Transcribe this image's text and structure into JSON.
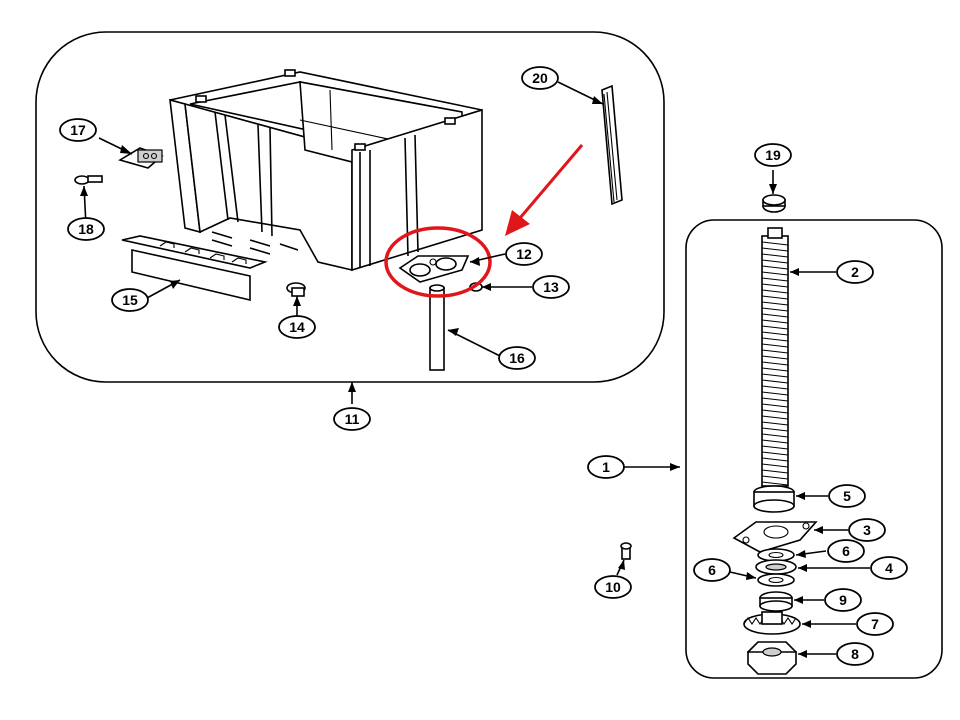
{
  "diagram": {
    "highlight_color": "#e0161b",
    "line_color": "#000000",
    "background": "#ffffff",
    "callouts": [
      {
        "id": "c20",
        "label": "20"
      },
      {
        "id": "c17",
        "label": "17"
      },
      {
        "id": "c18",
        "label": "18"
      },
      {
        "id": "c12",
        "label": "12"
      },
      {
        "id": "c13",
        "label": "13"
      },
      {
        "id": "c15",
        "label": "15"
      },
      {
        "id": "c14",
        "label": "14"
      },
      {
        "id": "c16",
        "label": "16"
      },
      {
        "id": "c11",
        "label": "11"
      },
      {
        "id": "c19",
        "label": "19"
      },
      {
        "id": "c2",
        "label": "2"
      },
      {
        "id": "c1",
        "label": "1"
      },
      {
        "id": "c5",
        "label": "5"
      },
      {
        "id": "c3",
        "label": "3"
      },
      {
        "id": "c6a",
        "label": "6"
      },
      {
        "id": "c6b",
        "label": "6"
      },
      {
        "id": "c4",
        "label": "4"
      },
      {
        "id": "c10",
        "label": "10"
      },
      {
        "id": "c9",
        "label": "9"
      },
      {
        "id": "c7",
        "label": "7"
      },
      {
        "id": "c8",
        "label": "8"
      }
    ]
  }
}
